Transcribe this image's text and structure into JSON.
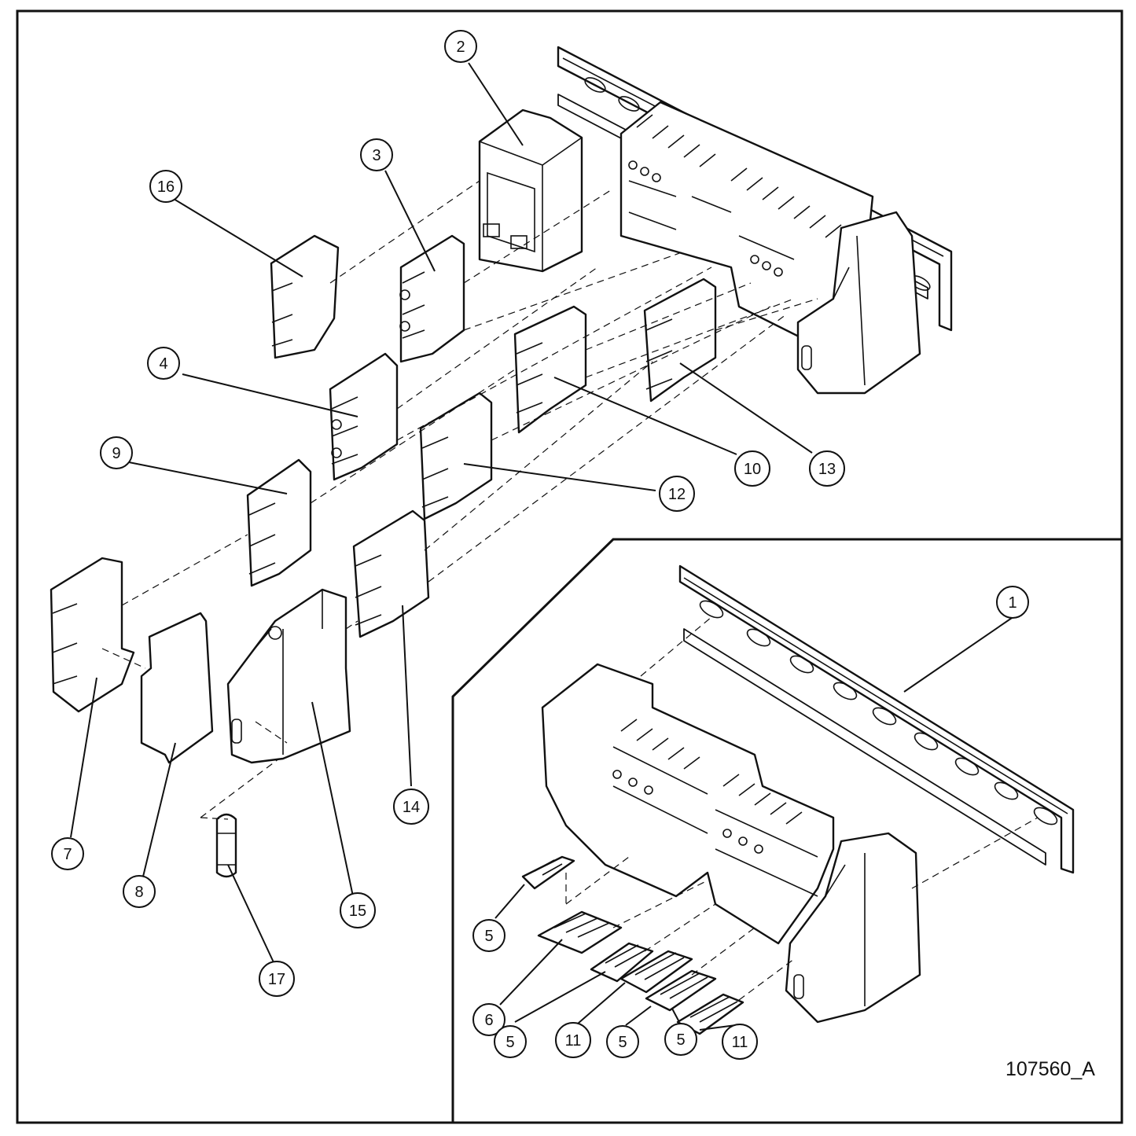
{
  "figure_id": "107560_A",
  "callouts": {
    "c1": "1",
    "c2": "2",
    "c3": "3",
    "c4": "4",
    "c5a": "5",
    "c5b": "5",
    "c5c": "5",
    "c5d": "5",
    "c6": "6",
    "c7": "7",
    "c8": "8",
    "c9": "9",
    "c10": "10",
    "c11a": "11",
    "c11b": "11",
    "c12": "12",
    "c13": "13",
    "c14": "14",
    "c15": "15",
    "c16": "16",
    "c17": "17"
  },
  "colors": {
    "line": "#111111",
    "background": "#ffffff"
  }
}
